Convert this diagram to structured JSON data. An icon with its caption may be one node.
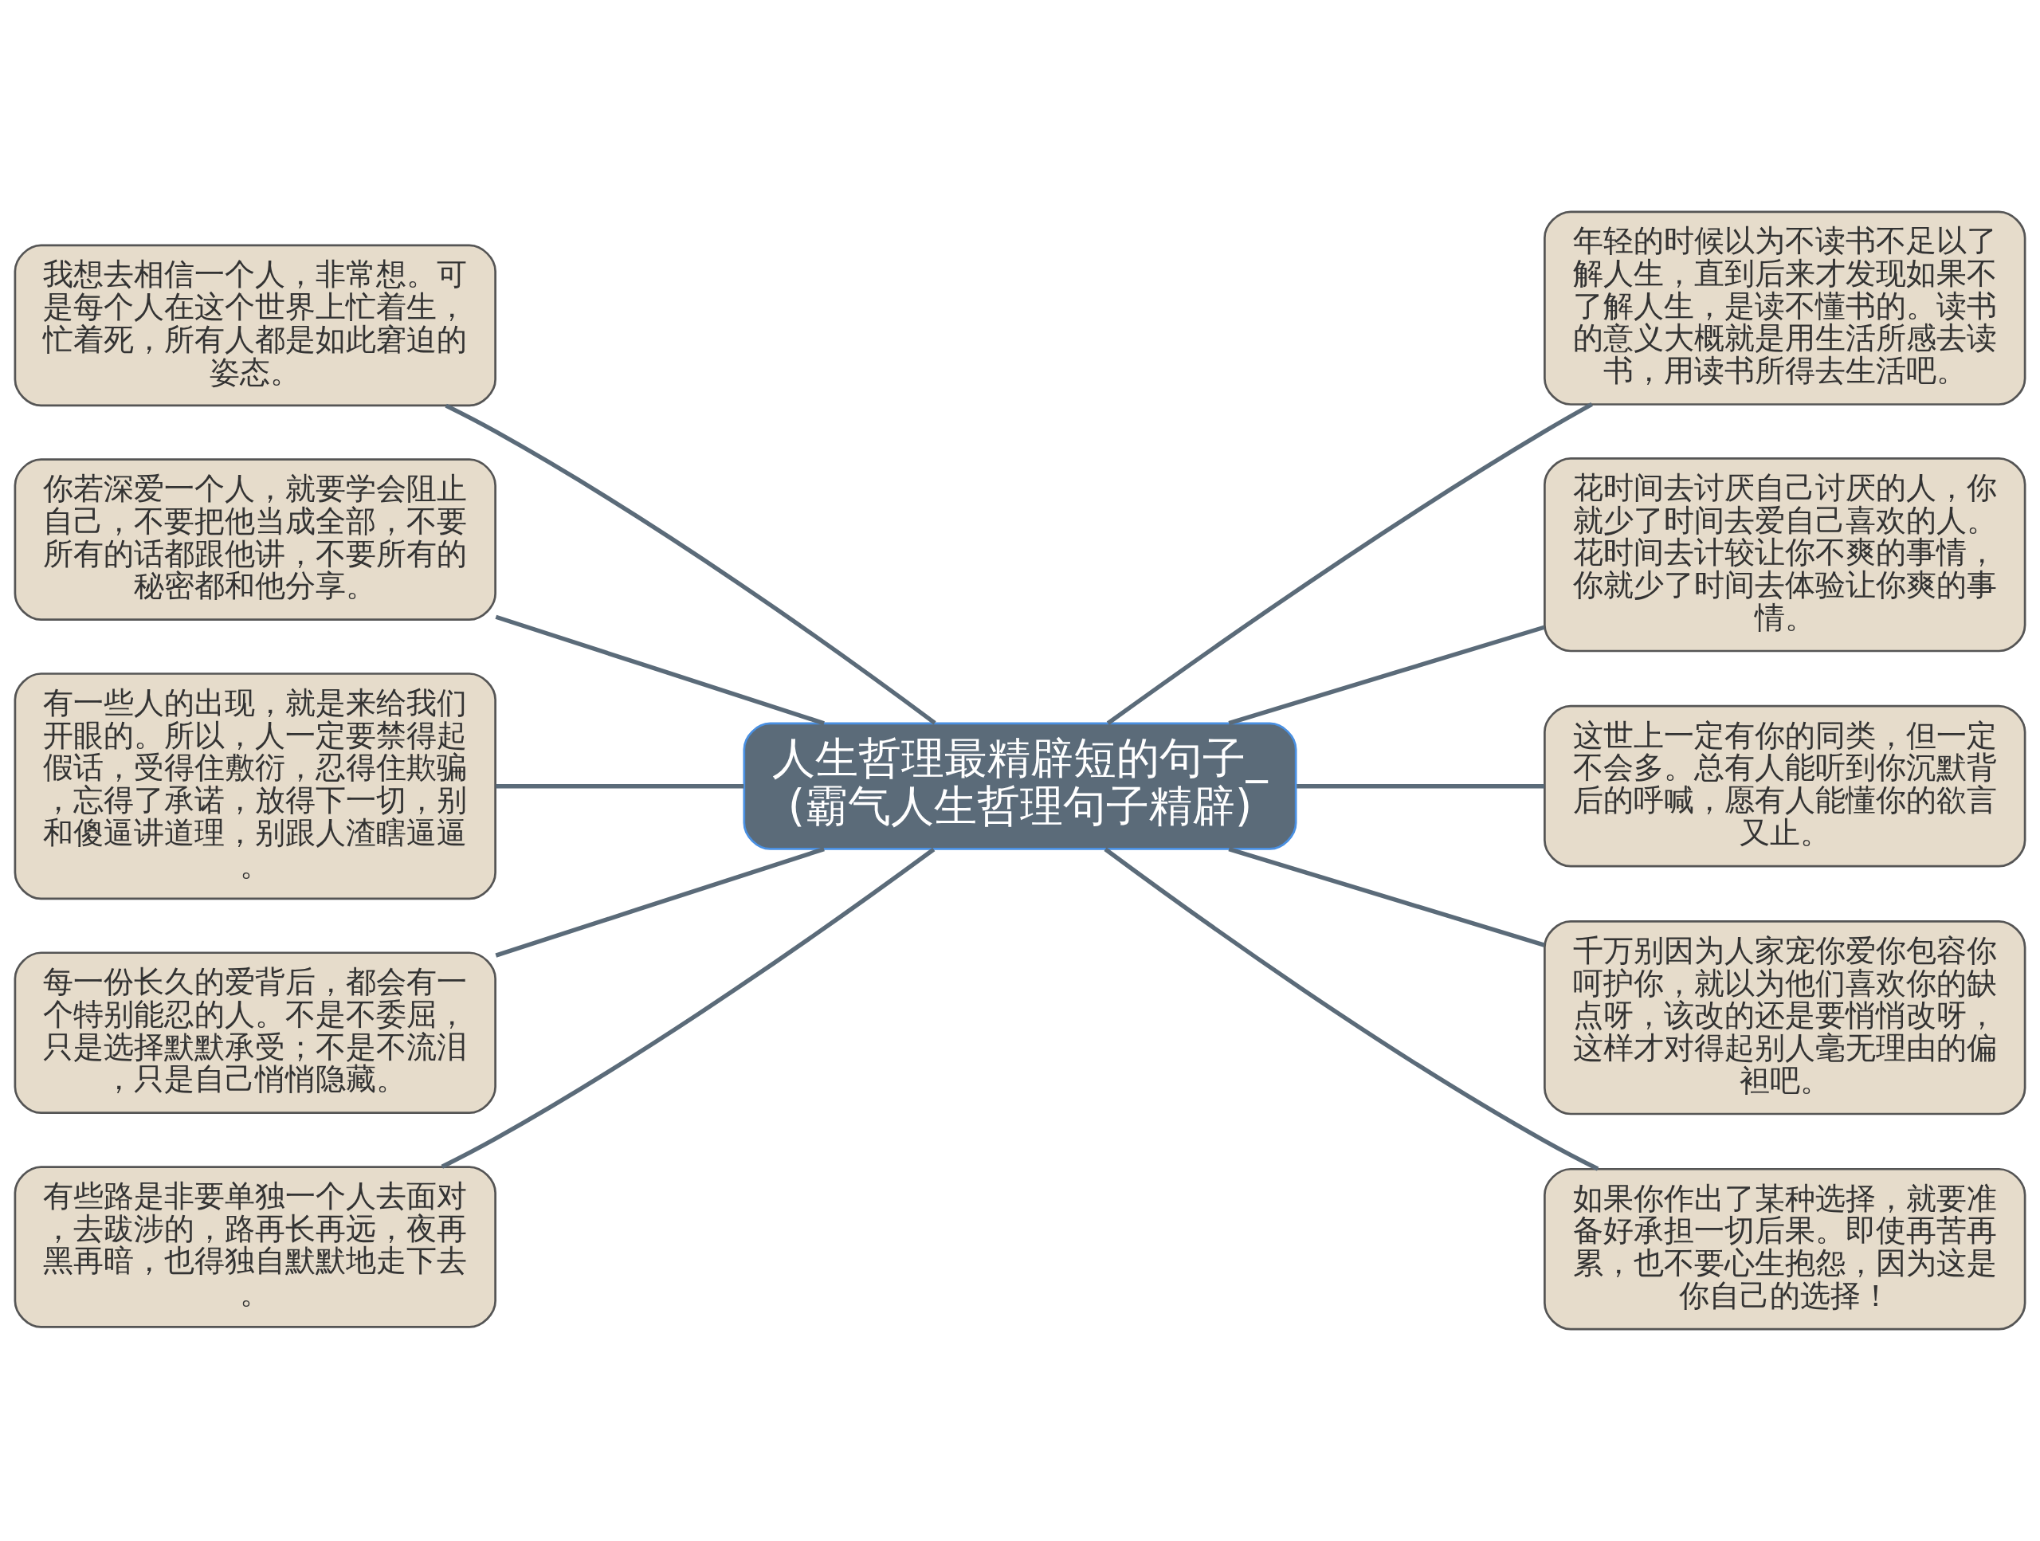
{
  "diagram": {
    "nodes": [
      {
        "text": [
          "人生哲理最精辟短的句子_(霸气人生哲理句子精辟)"
        ]
      },
      {
        "text": [
          "我想去相信一个人，非常想。可是每个人在这个世界上忙着生，忙着死，所有人都是如此窘迫的姿态。"
        ]
      },
      {
        "text": [
          "你若深爱一个人，就要学会阻止自己，不要把他当成全部，不要所有的话都跟他讲，不要所有的秘密都和他分享。"
        ]
      },
      {
        "text": [
          "有一些人的出现，就是来给我们开眼的。所以，人一定要禁得起假话，受得住敷衍，忍得住欺骗，忘得了承诺，放得下一切，别和傻逼讲道理，别跟人渣瞎逼逼。"
        ]
      },
      {
        "text": [
          "每一份长久的爱背后，都会有一个特别能忍的人。不是不委屈，只是选择默默承受；不是不流泪，只是自己悄悄隐藏。"
        ]
      },
      {
        "text": [
          "有些路是非要单独一个人去面对，去跋涉的，路再长再远，夜再黑再暗，也得独自默默地走下去。"
        ]
      },
      {
        "text": [
          "年轻的时候以为不读书不足以了解人生，直到后来才发现如果不了解人生，是读不懂书的。读书的意义大概就是用生活所感去读书，用读书所得去生活吧。"
        ]
      },
      {
        "text": [
          "花时间去讨厌自己讨厌的人，你就少了时间去爱自己喜欢的人。花时间去计较让你不爽的事情，你就少了时间去体验让你爽的事情。"
        ]
      },
      {
        "text": [
          "这世上一定有你的同类，但一定不会多。总有人能听到你沉默背后的呼喊，愿有人能懂你的欲言又止。"
        ]
      },
      {
        "text": [
          "千万别因为人家宠你爱你包容你呵护你，就以为他们喜欢你的缺点呀，该改的还是要悄悄改呀，这样才对得起别人毫无理由的偏袒吧。"
        ]
      },
      {
        "text": [
          "如果你作出了某种选择，就要准备好承担一切后果。即使再苦再累，也不要心生抱怨，因为这是你自己的选择！"
        ]
      }
    ],
    "edges": [
      {
        "from": 1,
        "to": 0,
        "arrow": "none"
      },
      {
        "from": 2,
        "to": 0,
        "arrow": "none"
      },
      {
        "from": 3,
        "to": 0,
        "arrow": "none"
      },
      {
        "from": 4,
        "to": 0,
        "arrow": "none"
      },
      {
        "from": 5,
        "to": 0,
        "arrow": "none"
      },
      {
        "from": 0,
        "to": 6,
        "arrow": "none"
      },
      {
        "from": 0,
        "to": 7,
        "arrow": "none"
      },
      {
        "from": 0,
        "to": 8,
        "arrow": "none"
      },
      {
        "from": 0,
        "to": 9,
        "arrow": "none"
      },
      {
        "from": 0,
        "to": 10,
        "arrow": "none"
      }
    ]
  }
}
